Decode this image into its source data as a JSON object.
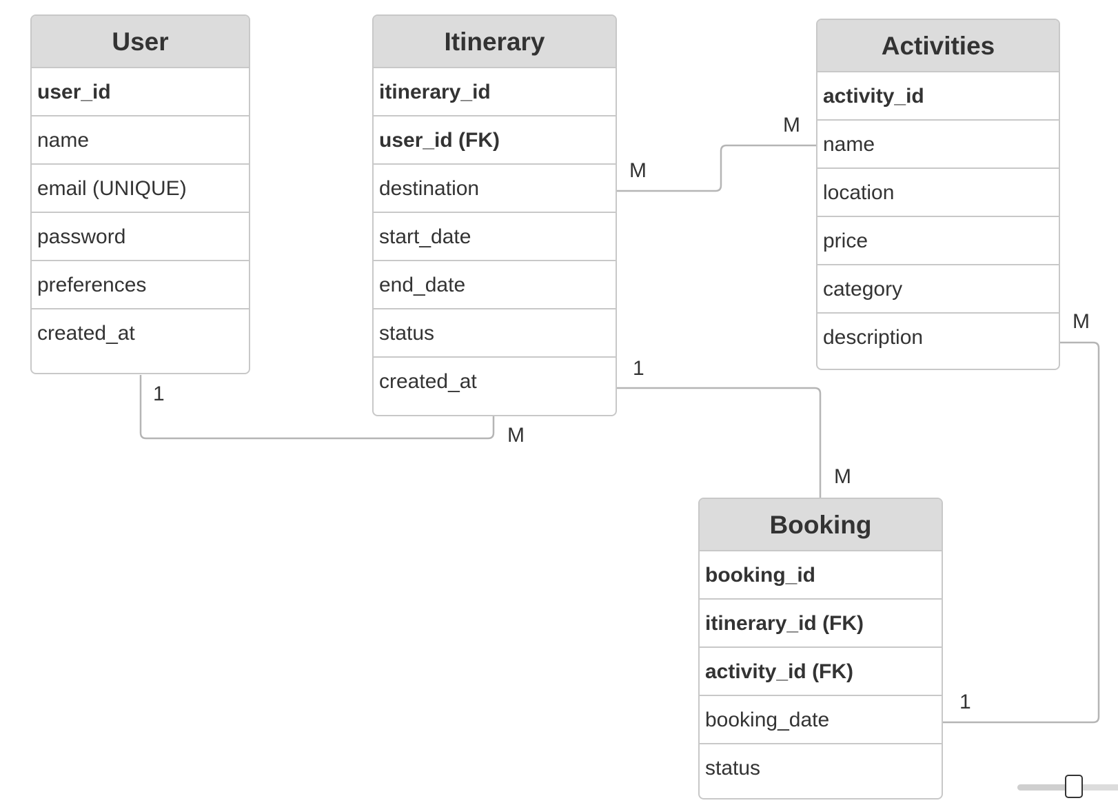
{
  "diagram": {
    "line_color": "#b5b5b5",
    "header_color": "#dcdcdc",
    "entities": {
      "user": {
        "title": "User",
        "fields": [
          {
            "label": "user_id",
            "key": true
          },
          {
            "label": "name",
            "key": false
          },
          {
            "label": "email (UNIQUE)",
            "key": false
          },
          {
            "label": "password",
            "key": false
          },
          {
            "label": "preferences",
            "key": false
          },
          {
            "label": "created_at",
            "key": false
          }
        ]
      },
      "itinerary": {
        "title": "Itinerary",
        "fields": [
          {
            "label": "itinerary_id",
            "key": true
          },
          {
            "label": "user_id (FK)",
            "key": true
          },
          {
            "label": "destination",
            "key": false
          },
          {
            "label": "start_date",
            "key": false
          },
          {
            "label": "end_date",
            "key": false
          },
          {
            "label": "status",
            "key": false
          },
          {
            "label": "created_at",
            "key": false
          }
        ]
      },
      "activities": {
        "title": "Activities",
        "fields": [
          {
            "label": "activity_id",
            "key": true
          },
          {
            "label": "name",
            "key": false
          },
          {
            "label": "location",
            "key": false
          },
          {
            "label": "price",
            "key": false
          },
          {
            "label": "category",
            "key": false
          },
          {
            "label": "description",
            "key": false
          }
        ]
      },
      "booking": {
        "title": "Booking",
        "fields": [
          {
            "label": "booking_id",
            "key": true
          },
          {
            "label": "itinerary_id (FK)",
            "key": true
          },
          {
            "label": "activity_id (FK)",
            "key": true
          },
          {
            "label": "booking_date",
            "key": false
          },
          {
            "label": "status",
            "key": false
          }
        ]
      }
    },
    "relationships": [
      {
        "from": "User",
        "to": "Itinerary",
        "from_card": "1",
        "to_card": "M"
      },
      {
        "from": "Itinerary",
        "to": "Activities",
        "from_card": "M",
        "to_card": "M"
      },
      {
        "from": "Itinerary",
        "to": "Booking",
        "from_card": "1",
        "to_card": "M"
      },
      {
        "from": "Activities",
        "to": "Booking",
        "from_card": "M",
        "to_card": "1"
      }
    ]
  },
  "zoom_slider": {
    "level": 0.53
  }
}
